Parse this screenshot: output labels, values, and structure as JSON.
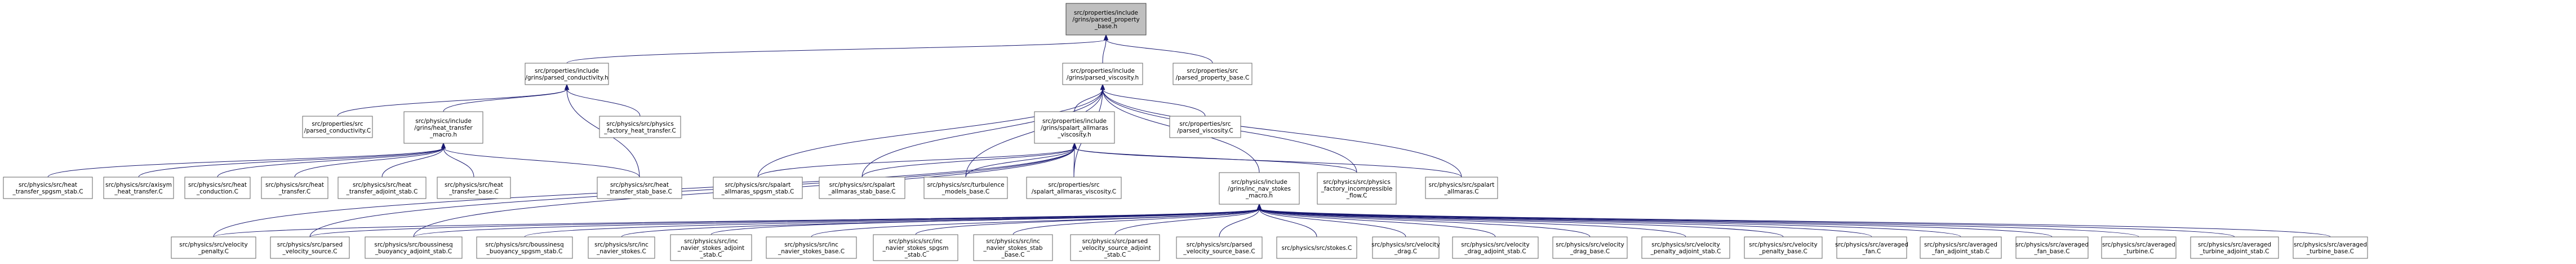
{
  "nodes": [
    {
      "id": "root",
      "label": [
        "src/properties/include",
        "/grins/parsed_property",
        "_base.h"
      ]
    },
    {
      "id": "pc_h",
      "label": [
        "src/properties/include",
        "/grins/parsed_conductivity.h"
      ]
    },
    {
      "id": "pv_h",
      "label": [
        "src/properties/include",
        "/grins/parsed_viscosity.h"
      ]
    },
    {
      "id": "ppb_C",
      "label": [
        "src/properties/src",
        "/parsed_property_base.C"
      ]
    },
    {
      "id": "pc_C",
      "label": [
        "src/properties/src",
        "/parsed_conductivity.C"
      ]
    },
    {
      "id": "ht_h",
      "label": [
        "src/physics/include",
        "/grins/heat_transfer",
        "_macro.h"
      ]
    },
    {
      "id": "fht_C",
      "label": [
        "src/physics/src/physics",
        "_factory_heat_transfer.C"
      ]
    },
    {
      "id": "sa_h",
      "label": [
        "src/properties/include",
        "/grins/spalart_allmaras",
        "_viscosity.h"
      ]
    },
    {
      "id": "pvs_C",
      "label": [
        "src/properties/src",
        "/parsed_viscosity.C"
      ]
    },
    {
      "id": "ht_spgsm",
      "label": [
        "src/physics/src/heat",
        "_transfer_spgsm_stab.C"
      ]
    },
    {
      "id": "aht",
      "label": [
        "src/physics/src/axisym",
        "_heat_transfer.C"
      ]
    },
    {
      "id": "hc",
      "label": [
        "src/physics/src/heat",
        "_conduction.C"
      ]
    },
    {
      "id": "ht",
      "label": [
        "src/physics/src/heat",
        "_transfer.C"
      ]
    },
    {
      "id": "ht_adj",
      "label": [
        "src/physics/src/heat",
        "_transfer_adjoint_stab.C"
      ]
    },
    {
      "id": "ht_base",
      "label": [
        "src/physics/src/heat",
        "_transfer_base.C"
      ]
    },
    {
      "id": "ht_stab",
      "label": [
        "src/physics/src/heat",
        "_transfer_stab_base.C"
      ]
    },
    {
      "id": "sa_spgsm",
      "label": [
        "src/physics/src/spalart",
        "_allmaras_spgsm_stab.C"
      ]
    },
    {
      "id": "sa_stab",
      "label": [
        "src/physics/src/spalart",
        "_allmaras_stab_base.C"
      ]
    },
    {
      "id": "turb",
      "label": [
        "src/physics/src/turbulence",
        "_models_base.C"
      ]
    },
    {
      "id": "sav_C",
      "label": [
        "src/properties/src",
        "/spalart_allmaras_viscosity.C"
      ]
    },
    {
      "id": "ns_h",
      "label": [
        "src/physics/include",
        "/grins/inc_nav_stokes",
        "_macro.h"
      ]
    },
    {
      "id": "fip",
      "label": [
        "src/physics/src/physics",
        "_factory_incompressible",
        "_flow.C"
      ]
    },
    {
      "id": "sa",
      "label": [
        "src/physics/src/spalart",
        "_allmaras.C"
      ]
    },
    {
      "id": "vp",
      "label": [
        "src/physics/src/velocity",
        "_penalty.C"
      ]
    },
    {
      "id": "pvsrc",
      "label": [
        "src/physics/src/parsed",
        "_velocity_source.C"
      ]
    },
    {
      "id": "bab",
      "label": [
        "src/physics/src/boussinesq",
        "_buoyancy_adjoint_stab.C"
      ]
    },
    {
      "id": "bsp",
      "label": [
        "src/physics/src/boussinesq",
        "_buoyancy_spgsm_stab.C"
      ]
    },
    {
      "id": "ns",
      "label": [
        "src/physics/src/inc",
        "_navier_stokes.C"
      ]
    },
    {
      "id": "ns_adj",
      "label": [
        "src/physics/src/inc",
        "_navier_stokes_adjoint",
        "_stab.C"
      ]
    },
    {
      "id": "ns_base",
      "label": [
        "src/physics/src/inc",
        "_navier_stokes_base.C"
      ]
    },
    {
      "id": "ns_spgsm",
      "label": [
        "src/physics/src/inc",
        "_navier_stokes_spgsm",
        "_stab.C"
      ]
    },
    {
      "id": "ns_stab",
      "label": [
        "src/physics/src/inc",
        "_navier_stokes_stab",
        "_base.C"
      ]
    },
    {
      "id": "pvs_adj",
      "label": [
        "src/physics/src/parsed",
        "_velocity_source_adjoint",
        "_stab.C"
      ]
    },
    {
      "id": "pvs_base",
      "label": [
        "src/physics/src/parsed",
        "_velocity_source_base.C"
      ]
    },
    {
      "id": "stokes",
      "label": [
        "src/physics/src/stokes.C"
      ]
    },
    {
      "id": "vd",
      "label": [
        "src/physics/src/velocity",
        "_drag.C"
      ]
    },
    {
      "id": "vd_adj",
      "label": [
        "src/physics/src/velocity",
        "_drag_adjoint_stab.C"
      ]
    },
    {
      "id": "vd_base",
      "label": [
        "src/physics/src/velocity",
        "_drag_base.C"
      ]
    },
    {
      "id": "vp_adj",
      "label": [
        "src/physics/src/velocity",
        "_penalty_adjoint_stab.C"
      ]
    },
    {
      "id": "vp_base",
      "label": [
        "src/physics/src/velocity",
        "_penalty_base.C"
      ]
    },
    {
      "id": "af",
      "label": [
        "src/physics/src/averaged",
        "_fan.C"
      ]
    },
    {
      "id": "af_adj",
      "label": [
        "src/physics/src/averaged",
        "_fan_adjoint_stab.C"
      ]
    },
    {
      "id": "af_base",
      "label": [
        "src/physics/src/averaged",
        "_fan_base.C"
      ]
    },
    {
      "id": "at",
      "label": [
        "src/physics/src/averaged",
        "_turbine.C"
      ]
    },
    {
      "id": "at_adj",
      "label": [
        "src/physics/src/averaged",
        "_turbine_adjoint_stab.C"
      ]
    },
    {
      "id": "at_base",
      "label": [
        "src/physics/src/averaged",
        "_turbine_base.C"
      ]
    }
  ],
  "edges": [
    [
      "pc_h",
      "root"
    ],
    [
      "pv_h",
      "root"
    ],
    [
      "ppb_C",
      "root"
    ],
    [
      "pc_C",
      "pc_h"
    ],
    [
      "ht_h",
      "pc_h"
    ],
    [
      "fht_C",
      "pc_h"
    ],
    [
      "ht_stab",
      "pc_h"
    ],
    [
      "ht_spgsm",
      "ht_h"
    ],
    [
      "aht",
      "ht_h"
    ],
    [
      "hc",
      "ht_h"
    ],
    [
      "ht",
      "ht_h"
    ],
    [
      "ht_adj",
      "ht_h"
    ],
    [
      "ht_base",
      "ht_h"
    ],
    [
      "ht_stab",
      "ht_h"
    ],
    [
      "sa_h",
      "pv_h"
    ],
    [
      "pvs_C",
      "pv_h"
    ],
    [
      "sa_spgsm",
      "pv_h"
    ],
    [
      "sa_stab",
      "pv_h"
    ],
    [
      "turb",
      "pv_h"
    ],
    [
      "sav_C",
      "pv_h"
    ],
    [
      "ns_h",
      "pv_h"
    ],
    [
      "fip",
      "pv_h"
    ],
    [
      "sa",
      "pv_h"
    ],
    [
      "sa_spgsm",
      "sa_h"
    ],
    [
      "sa_stab",
      "sa_h"
    ],
    [
      "turb",
      "sa_h"
    ],
    [
      "sav_C",
      "sa_h"
    ],
    [
      "fip",
      "sa_h"
    ],
    [
      "sa",
      "sa_h"
    ],
    [
      "vp",
      "sa_h"
    ],
    [
      "pvsrc",
      "sa_h"
    ],
    [
      "bab",
      "sa_h"
    ],
    [
      "vp",
      "ns_h"
    ],
    [
      "pvsrc",
      "ns_h"
    ],
    [
      "bab",
      "ns_h"
    ],
    [
      "bsp",
      "ns_h"
    ],
    [
      "ns",
      "ns_h"
    ],
    [
      "ns_adj",
      "ns_h"
    ],
    [
      "ns_base",
      "ns_h"
    ],
    [
      "ns_spgsm",
      "ns_h"
    ],
    [
      "ns_stab",
      "ns_h"
    ],
    [
      "pvs_adj",
      "ns_h"
    ],
    [
      "pvs_base",
      "ns_h"
    ],
    [
      "stokes",
      "ns_h"
    ],
    [
      "vd",
      "ns_h"
    ],
    [
      "vd_adj",
      "ns_h"
    ],
    [
      "vd_base",
      "ns_h"
    ],
    [
      "vp_adj",
      "ns_h"
    ],
    [
      "vp_base",
      "ns_h"
    ],
    [
      "af",
      "ns_h"
    ],
    [
      "af_adj",
      "ns_h"
    ],
    [
      "af_base",
      "ns_h"
    ],
    [
      "at",
      "ns_h"
    ],
    [
      "at_adj",
      "ns_h"
    ],
    [
      "at_base",
      "ns_h"
    ]
  ]
}
